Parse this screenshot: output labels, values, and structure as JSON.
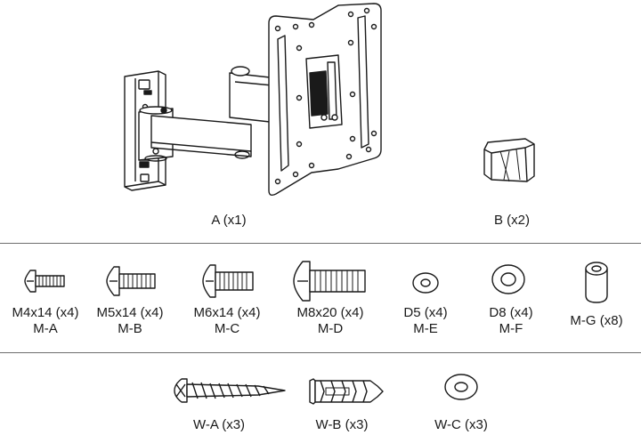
{
  "parts": {
    "a": {
      "label": "A (x1)"
    },
    "b": {
      "label": "B (x2)"
    }
  },
  "screws": [
    {
      "size": "M4x14 (x4)",
      "code": "M-A"
    },
    {
      "size": "M5x14 (x4)",
      "code": "M-B"
    },
    {
      "size": "M6x14 (x4)",
      "code": "M-C"
    },
    {
      "size": "M8x20 (x4)",
      "code": "M-D"
    },
    {
      "size": "D5 (x4)",
      "code": "M-E"
    },
    {
      "size": "D8 (x4)",
      "code": "M-F"
    },
    {
      "size": "M-G (x8)",
      "code": ""
    }
  ],
  "wall_hardware": [
    {
      "label": "W-A (x3)"
    },
    {
      "label": "W-B (x3)"
    },
    {
      "label": "W-C (x3)"
    }
  ],
  "colors": {
    "line": "#1a1a1a",
    "fill": "#ffffff",
    "rule": "#6e6e6e"
  }
}
